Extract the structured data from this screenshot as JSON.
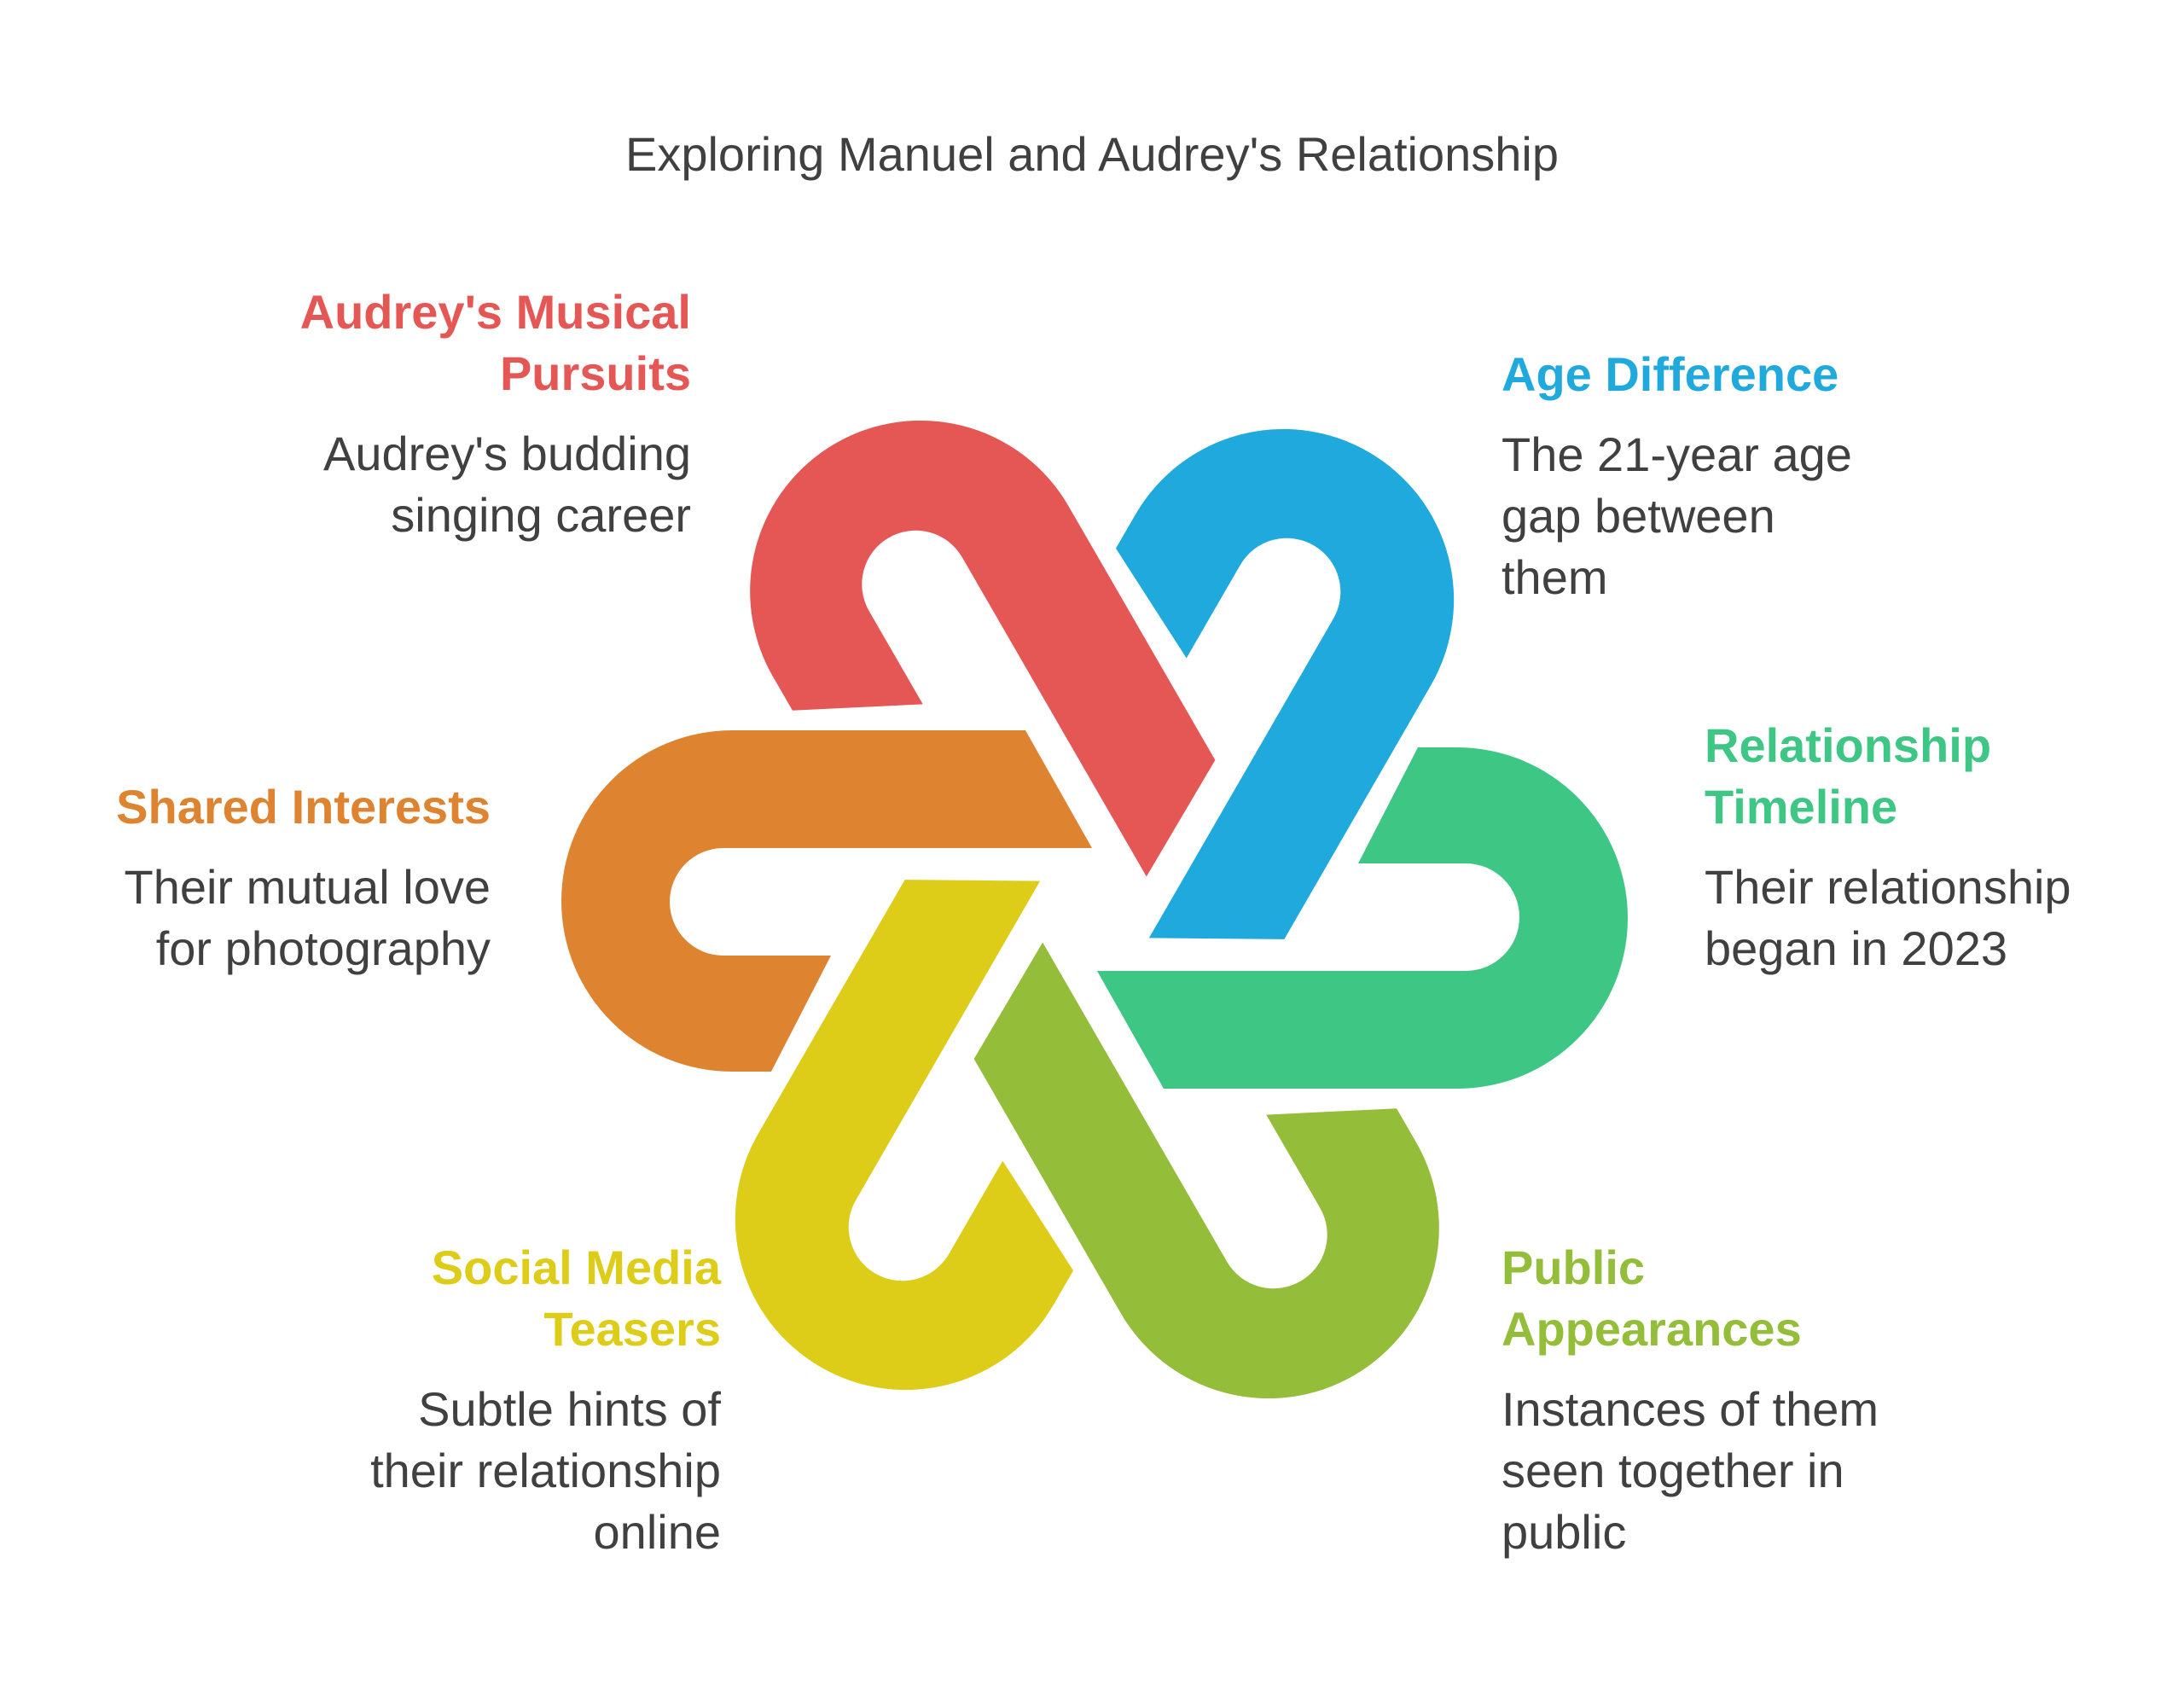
{
  "title": "Exploring Manuel and Audrey's Relationship",
  "items": [
    {
      "id": "musical",
      "heading": "Audrey's Musical\nPursuits",
      "text": "Audrey's budding\nsinging career",
      "color": "#E55754"
    },
    {
      "id": "age",
      "heading": "Age Difference",
      "text": "The 21-year age\ngap between\nthem",
      "color": "#1FA9DC"
    },
    {
      "id": "timeline",
      "heading": "Relationship\nTimeline",
      "text": "Their relationship\nbegan in 2023",
      "color": "#3EC685"
    },
    {
      "id": "public",
      "heading": "Public\nAppearances",
      "text": "Instances of them\nseen together in\npublic",
      "color": "#94BD3A"
    },
    {
      "id": "social",
      "heading": "Social Media\nTeasers",
      "text": "Subtle hints of\ntheir relationship\nonline",
      "color": "#DDCC18"
    },
    {
      "id": "shared",
      "heading": "Shared Interests",
      "text": "Their mutual love\nfor photography",
      "color": "#DE8430"
    }
  ]
}
